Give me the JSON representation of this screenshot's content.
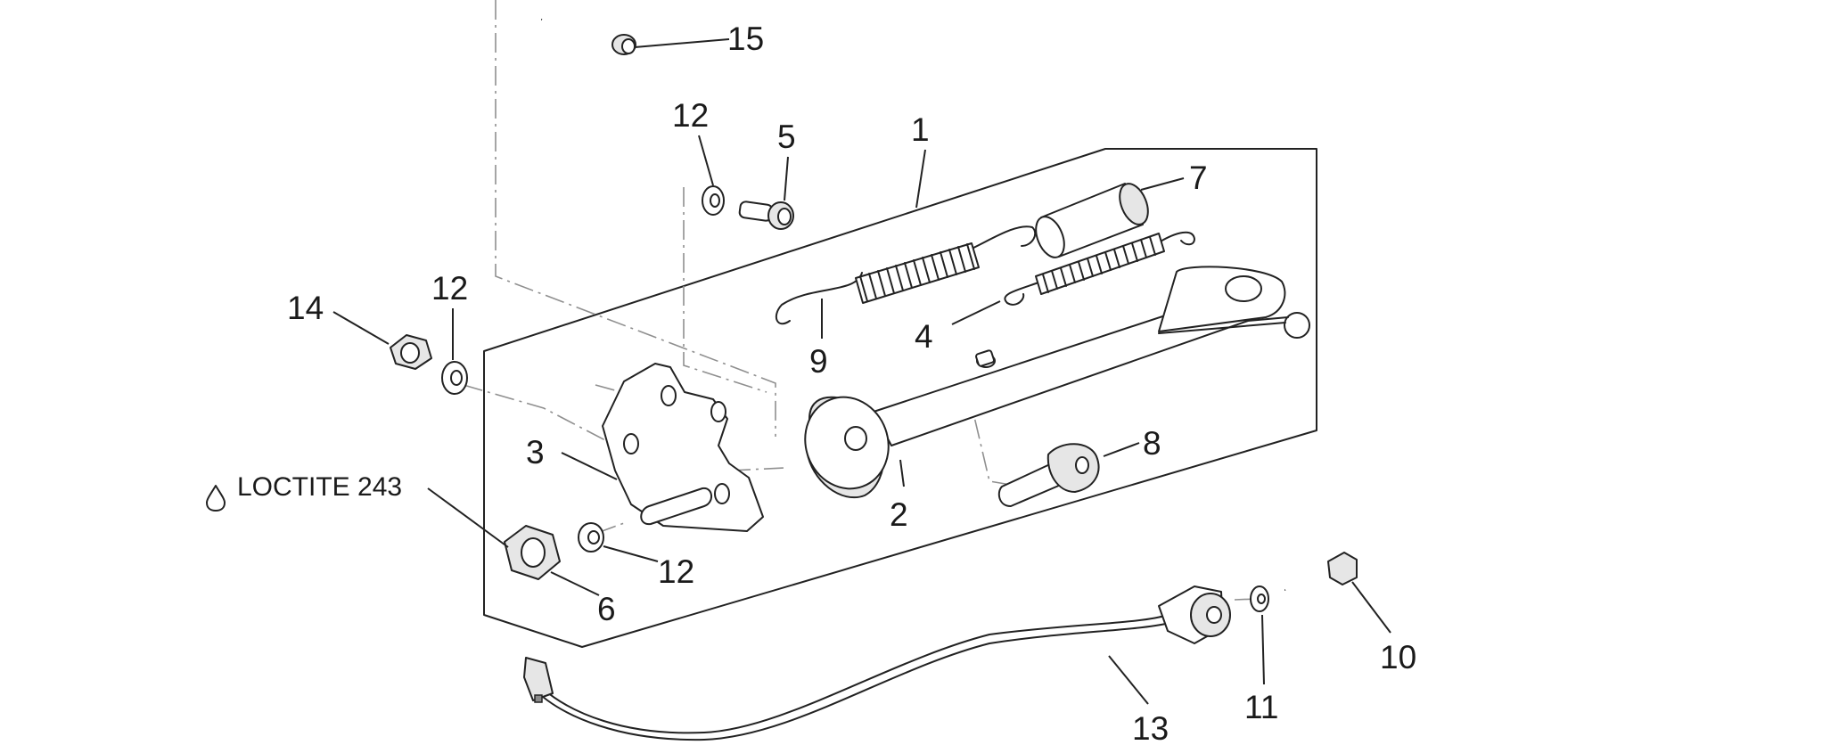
{
  "callouts": [
    {
      "id": "c1",
      "text": "1"
    },
    {
      "id": "c2",
      "text": "2"
    },
    {
      "id": "c3",
      "text": "3"
    },
    {
      "id": "c4",
      "text": "4"
    },
    {
      "id": "c5",
      "text": "5"
    },
    {
      "id": "c6",
      "text": "6"
    },
    {
      "id": "c7",
      "text": "7"
    },
    {
      "id": "c8",
      "text": "8"
    },
    {
      "id": "c9",
      "text": "9"
    },
    {
      "id": "c10",
      "text": "10"
    },
    {
      "id": "c11",
      "text": "11"
    },
    {
      "id": "c12a",
      "text": "12"
    },
    {
      "id": "c12b",
      "text": "12"
    },
    {
      "id": "c12c",
      "text": "12"
    },
    {
      "id": "c13",
      "text": "13"
    },
    {
      "id": "c14",
      "text": "14"
    },
    {
      "id": "c15",
      "text": "15"
    }
  ],
  "note": {
    "text": "LOCTITE 243",
    "icon": "drop-icon"
  }
}
